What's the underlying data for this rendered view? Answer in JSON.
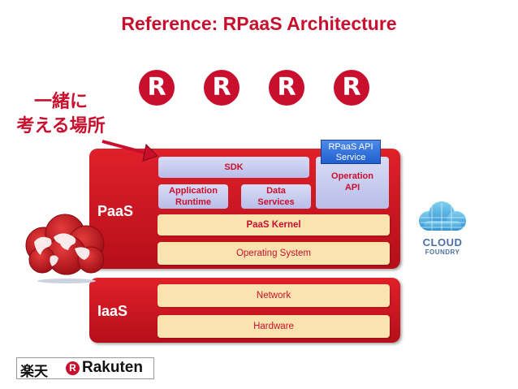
{
  "title": "Reference: RPaaS Architecture",
  "logos": {
    "r_glyph": "R"
  },
  "callout": {
    "line1": "一緒に",
    "line2": "考える場所"
  },
  "paas": {
    "label": "PaaS",
    "sdk": "SDK",
    "app_runtime_1": "Application",
    "app_runtime_2": "Runtime",
    "data_services_1": "Data",
    "data_services_2": "Services",
    "operation_api_1": "Operation",
    "operation_api_2": "API",
    "rpaas_api_1": "RPaaS API",
    "rpaas_api_2": "Service",
    "kernel": "PaaS Kernel",
    "os": "Operating System"
  },
  "iaas": {
    "label": "IaaS",
    "network": "Network",
    "hardware": "Hardware"
  },
  "cloud_foundry": {
    "line1": "CLOUD",
    "line2": "FOUNDRY"
  },
  "footer": {
    "jp": "楽天",
    "brand": "Rakuten"
  },
  "colors": {
    "brand_red": "#c8102e",
    "beige": "#fbe3b0",
    "lavender": "#c9ccf0",
    "blue": "#2f6fd8"
  }
}
